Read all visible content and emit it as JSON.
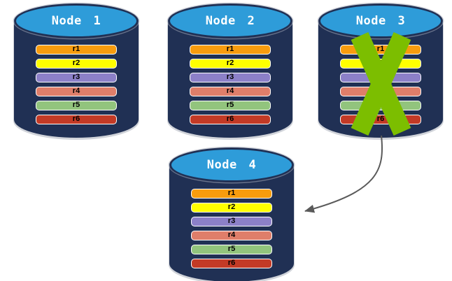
{
  "nodes": [
    {
      "title": "Node 1",
      "failed": false,
      "records": [
        {
          "label": "r1",
          "color": "#F89C0E"
        },
        {
          "label": "r2",
          "color": "#FFFF00"
        },
        {
          "label": "r3",
          "color": "#8C80C8"
        },
        {
          "label": "r4",
          "color": "#DF7E6A"
        },
        {
          "label": "r5",
          "color": "#92C47D"
        },
        {
          "label": "r6",
          "color": "#C33A26"
        }
      ]
    },
    {
      "title": "Node 2",
      "failed": false,
      "records": [
        {
          "label": "r1",
          "color": "#F89C0E"
        },
        {
          "label": "r2",
          "color": "#FFFF00"
        },
        {
          "label": "r3",
          "color": "#8C80C8"
        },
        {
          "label": "r4",
          "color": "#DF7E6A"
        },
        {
          "label": "r5",
          "color": "#92C47D"
        },
        {
          "label": "r6",
          "color": "#C33A26"
        }
      ]
    },
    {
      "title": "Node 3",
      "failed": true,
      "records": [
        {
          "label": "r1",
          "color": "#F89C0E"
        },
        {
          "label": "r2",
          "color": "#FFFF00"
        },
        {
          "label": "r3",
          "color": "#8C80C8"
        },
        {
          "label": "r4",
          "color": "#DF7E6A"
        },
        {
          "label": "r5",
          "color": "#92C47D"
        },
        {
          "label": "r6",
          "color": "#C33A26"
        }
      ]
    },
    {
      "title": "Node 4",
      "failed": false,
      "records": [
        {
          "label": "r1",
          "color": "#F89C0E"
        },
        {
          "label": "r2",
          "color": "#FFFF00"
        },
        {
          "label": "r3",
          "color": "#8C80C8"
        },
        {
          "label": "r4",
          "color": "#DF7E6A"
        },
        {
          "label": "r5",
          "color": "#92C47D"
        },
        {
          "label": "r6",
          "color": "#C33A26"
        }
      ]
    }
  ],
  "failure": {
    "node": "Node 3",
    "icon": "x-icon"
  },
  "arrow": {
    "from": "Node 3",
    "to": "Node 4"
  },
  "colors": {
    "background": "#FFFFFF",
    "cylinder_body": "#203054",
    "cylinder_top": "#2E9CD9",
    "title_text": "#FFFFFF",
    "record_text": "#000000",
    "record_border": "#FFFFFF",
    "failure_x": "#7CBE00",
    "arrow": "#5A5A5A"
  }
}
